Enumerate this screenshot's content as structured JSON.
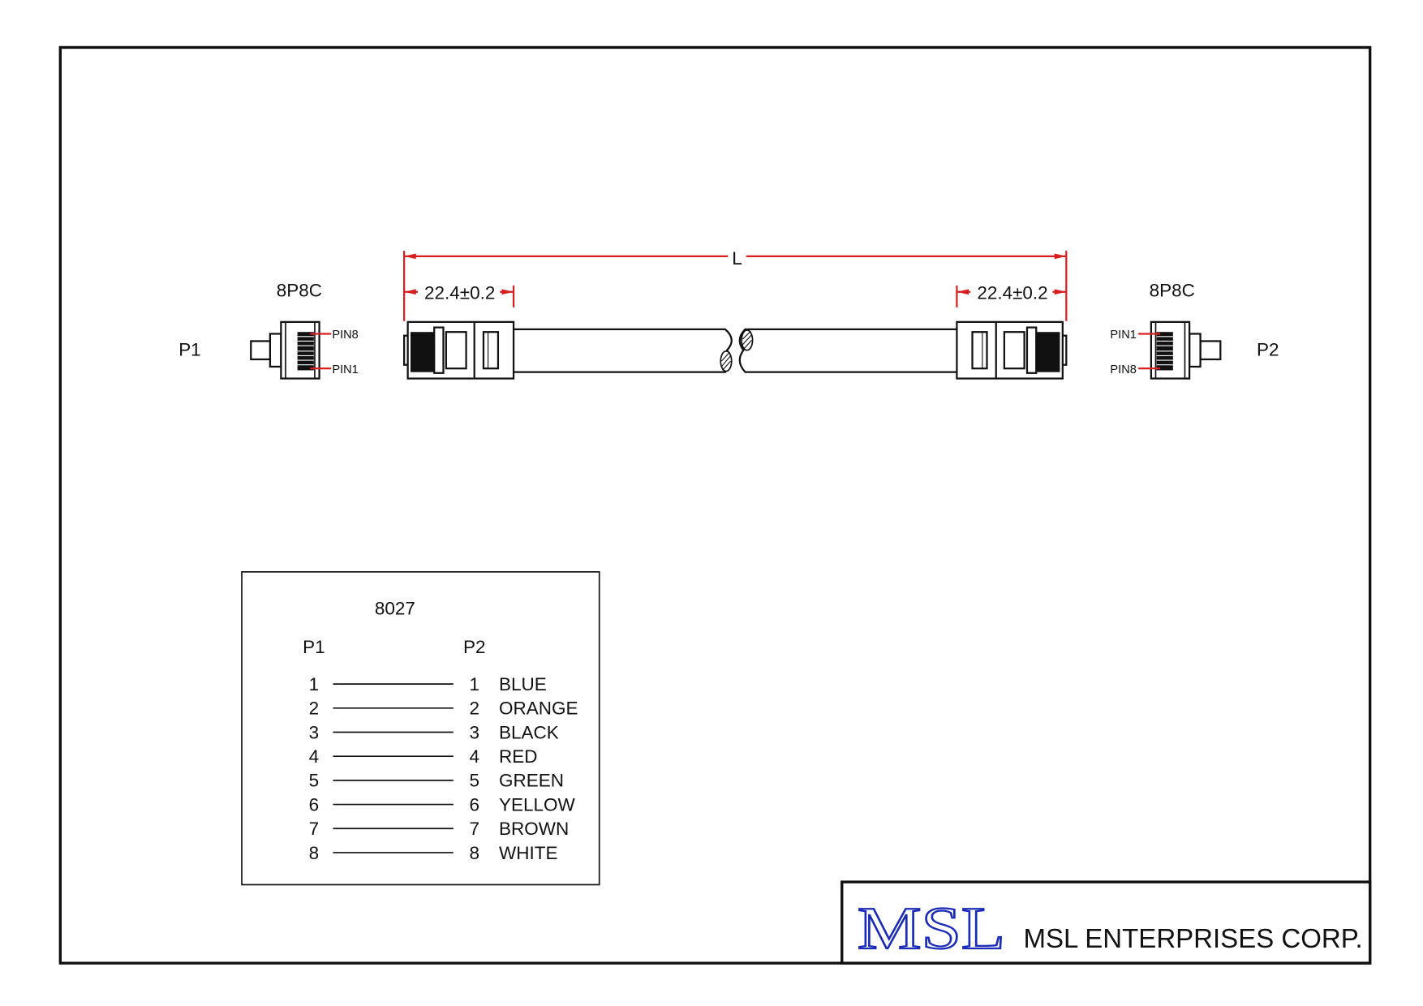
{
  "drawing": {
    "length_label": "L",
    "dim_left": "22.4±0.2",
    "dim_right": "22.4±0.2",
    "connector_left_type": "8P8C",
    "connector_right_type": "8P8C",
    "end_left": "P1",
    "end_right": "P2",
    "left_pin_top": "PIN8",
    "left_pin_bottom": "PIN1",
    "right_pin_top": "PIN1",
    "right_pin_bottom": "PIN8"
  },
  "wiring_table": {
    "title": "8027",
    "col_p1": "P1",
    "col_p2": "P2",
    "rows": [
      {
        "p1": "1",
        "p2": "1",
        "color": "BLUE"
      },
      {
        "p1": "2",
        "p2": "2",
        "color": "ORANGE"
      },
      {
        "p1": "3",
        "p2": "3",
        "color": "BLACK"
      },
      {
        "p1": "4",
        "p2": "4",
        "color": "RED"
      },
      {
        "p1": "5",
        "p2": "5",
        "color": "GREEN"
      },
      {
        "p1": "6",
        "p2": "6",
        "color": "YELLOW"
      },
      {
        "p1": "7",
        "p2": "7",
        "color": "BROWN"
      },
      {
        "p1": "8",
        "p2": "8",
        "color": "WHITE"
      }
    ]
  },
  "title_block": {
    "logo": "MSL",
    "company": "MSL ENTERPRISES CORP."
  },
  "colors": {
    "dimension": "#d81e1e",
    "logo": "#1a2bb8"
  }
}
